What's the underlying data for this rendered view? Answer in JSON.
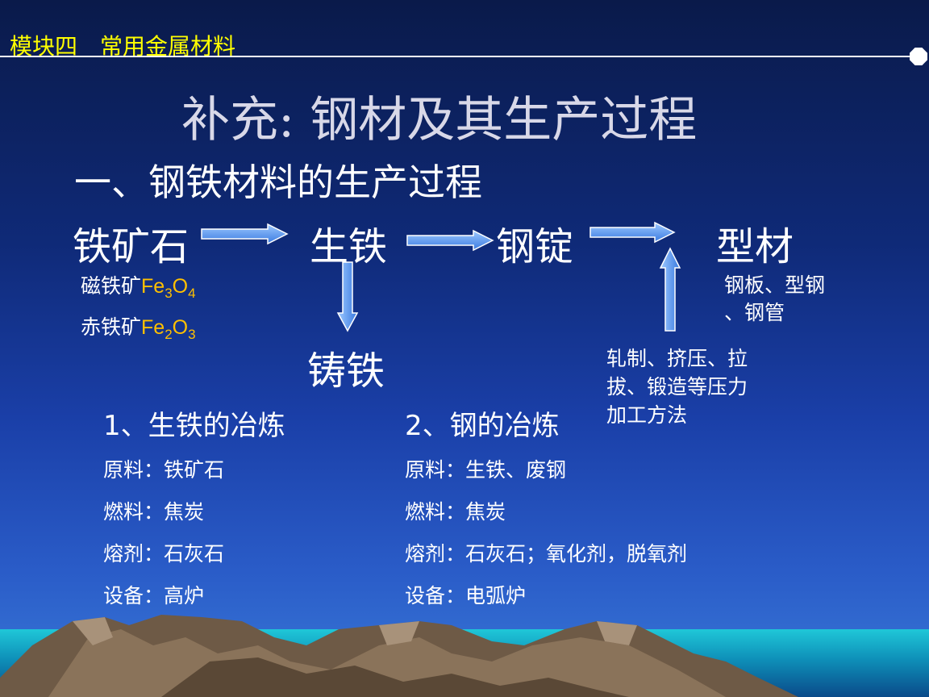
{
  "header": {
    "label": "模块四　常用金属材料"
  },
  "title": "补充: 钢材及其生产过程",
  "section": "一、钢铁材料的生产过程",
  "flow": {
    "ore": "铁矿石",
    "pig_iron": "生铁",
    "ingot": "钢锭",
    "profile": "型材",
    "cast_iron": "铸铁"
  },
  "ores": [
    {
      "name": "磁铁矿",
      "formula_parts": [
        "Fe",
        "3",
        "O",
        "4"
      ]
    },
    {
      "name": "赤铁矿",
      "formula_parts": [
        "Fe",
        "2",
        "O",
        "3"
      ]
    }
  ],
  "products": {
    "line1": "钢板、型钢",
    "line2": "、钢管"
  },
  "processing": {
    "line1": "轧制、挤压、拉",
    "line2": "拔、锻造等压力",
    "line3": "加工方法"
  },
  "smelting": [
    {
      "heading": "1、生铁的冶炼",
      "items": [
        "原料：铁矿石",
        "燃料：焦炭",
        "熔剂：石灰石",
        "设备：高炉"
      ]
    },
    {
      "heading": "2、钢的冶炼",
      "items": [
        "原料：生铁、废钢",
        "燃料：焦炭",
        "熔剂：石灰石；氧化剂，脱氧剂",
        "设备：电弧炉"
      ]
    }
  ],
  "colors": {
    "header": "#ffff00",
    "formula": "#ffc000",
    "arrow": "#4a90f0"
  }
}
